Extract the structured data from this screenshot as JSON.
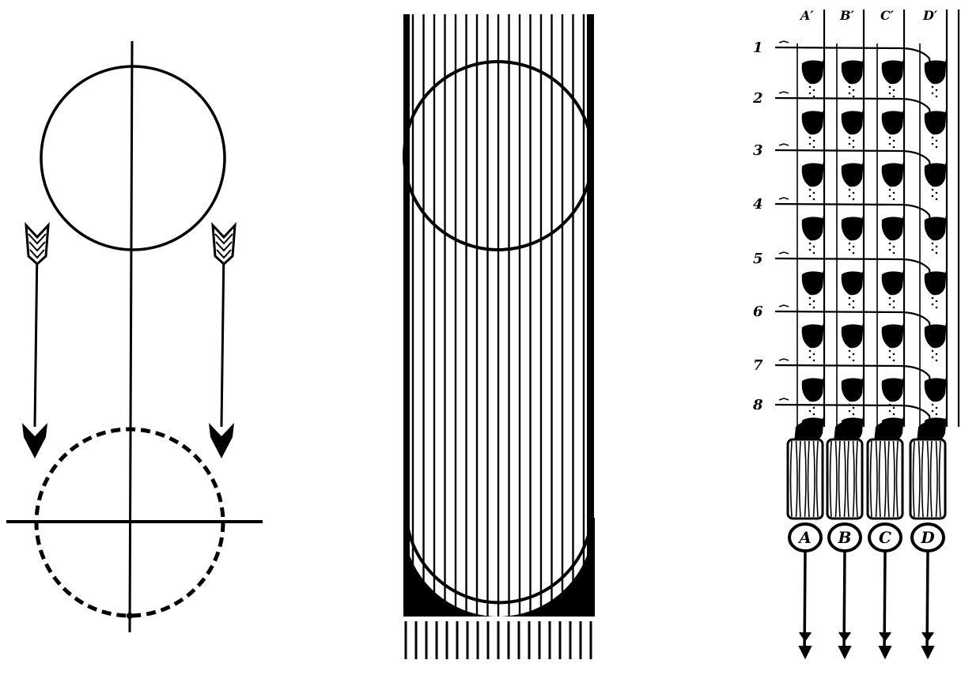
{
  "panel_c": {
    "column_labels": [
      "A′",
      "B′",
      "C′",
      "D′"
    ],
    "row_labels": [
      "1",
      "2",
      "3",
      "4",
      "5",
      "6",
      "7",
      "8"
    ],
    "base_labels": [
      "A",
      "B",
      "C",
      "D"
    ]
  },
  "colors": {
    "ink": "#000000",
    "paper": "#ffffff"
  }
}
